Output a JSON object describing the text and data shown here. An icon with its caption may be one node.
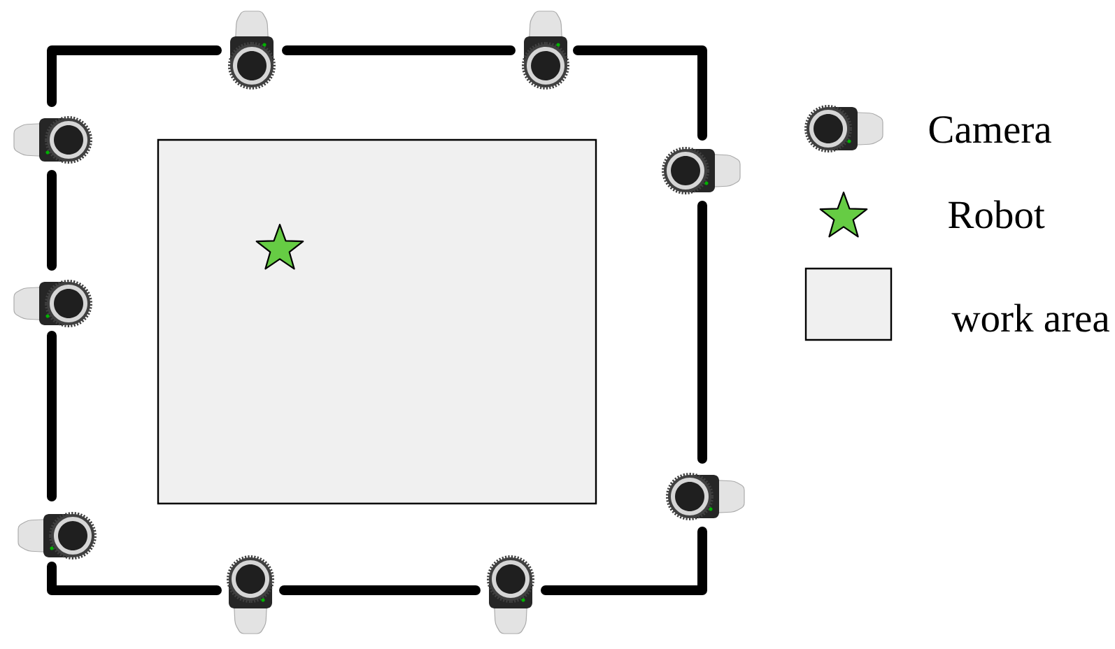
{
  "diagram": {
    "legend": [
      {
        "text": "Camera"
      },
      {
        "text": "Robot"
      },
      {
        "text": "work area",
        "color": "#f0f0f0"
      }
    ]
  }
}
